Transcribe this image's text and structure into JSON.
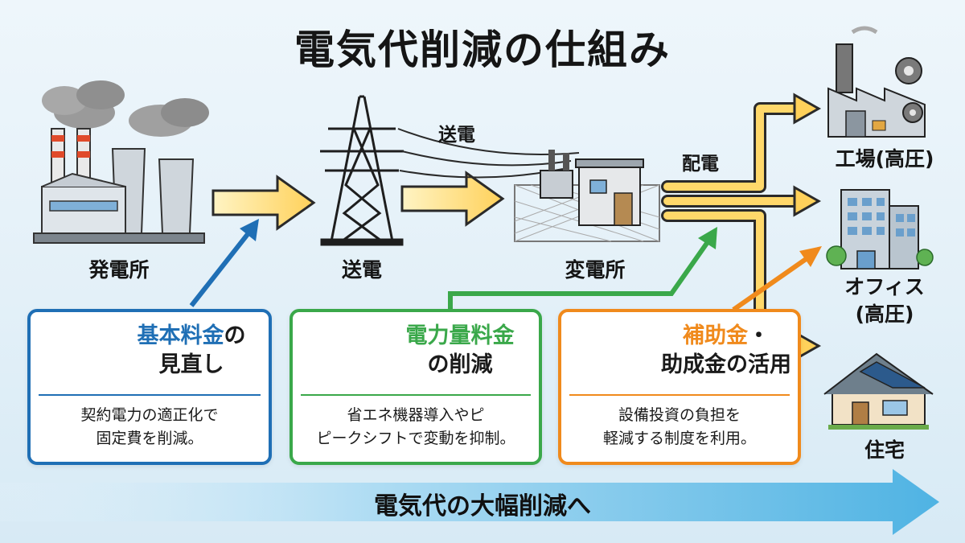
{
  "title": "電気代削減の仕組み",
  "flow": {
    "plant_label": "発電所",
    "tower_label": "送電",
    "wire_label": "送電",
    "substation_label": "変電所",
    "distribution_label": "配電"
  },
  "destinations": {
    "factory": "工場(高圧)",
    "office_line1": "オフィス",
    "office_line2": "(高圧)",
    "house": "住宅"
  },
  "panels": {
    "basic": {
      "title_a": "基本料金",
      "title_b": "の",
      "title_c": "見直し",
      "desc_1": "契約電力の適正化で",
      "desc_2": "固定費を削減。",
      "color": "#1f6fb5"
    },
    "usage": {
      "title_a": "電力量料金",
      "title_b": "の削減",
      "desc_1": "省エネ機器導入やピ",
      "desc_2": "ピークシフトで変動を抑制。",
      "color": "#3aa84a"
    },
    "subsidy": {
      "title_a": "補助金",
      "title_b": "・",
      "title_c": "助成金の活用",
      "desc_1": "設備投資の負担を",
      "desc_2": "軽減する制度を利用。",
      "color": "#f08a1c"
    }
  },
  "banner": "電気代の大幅削減へ"
}
